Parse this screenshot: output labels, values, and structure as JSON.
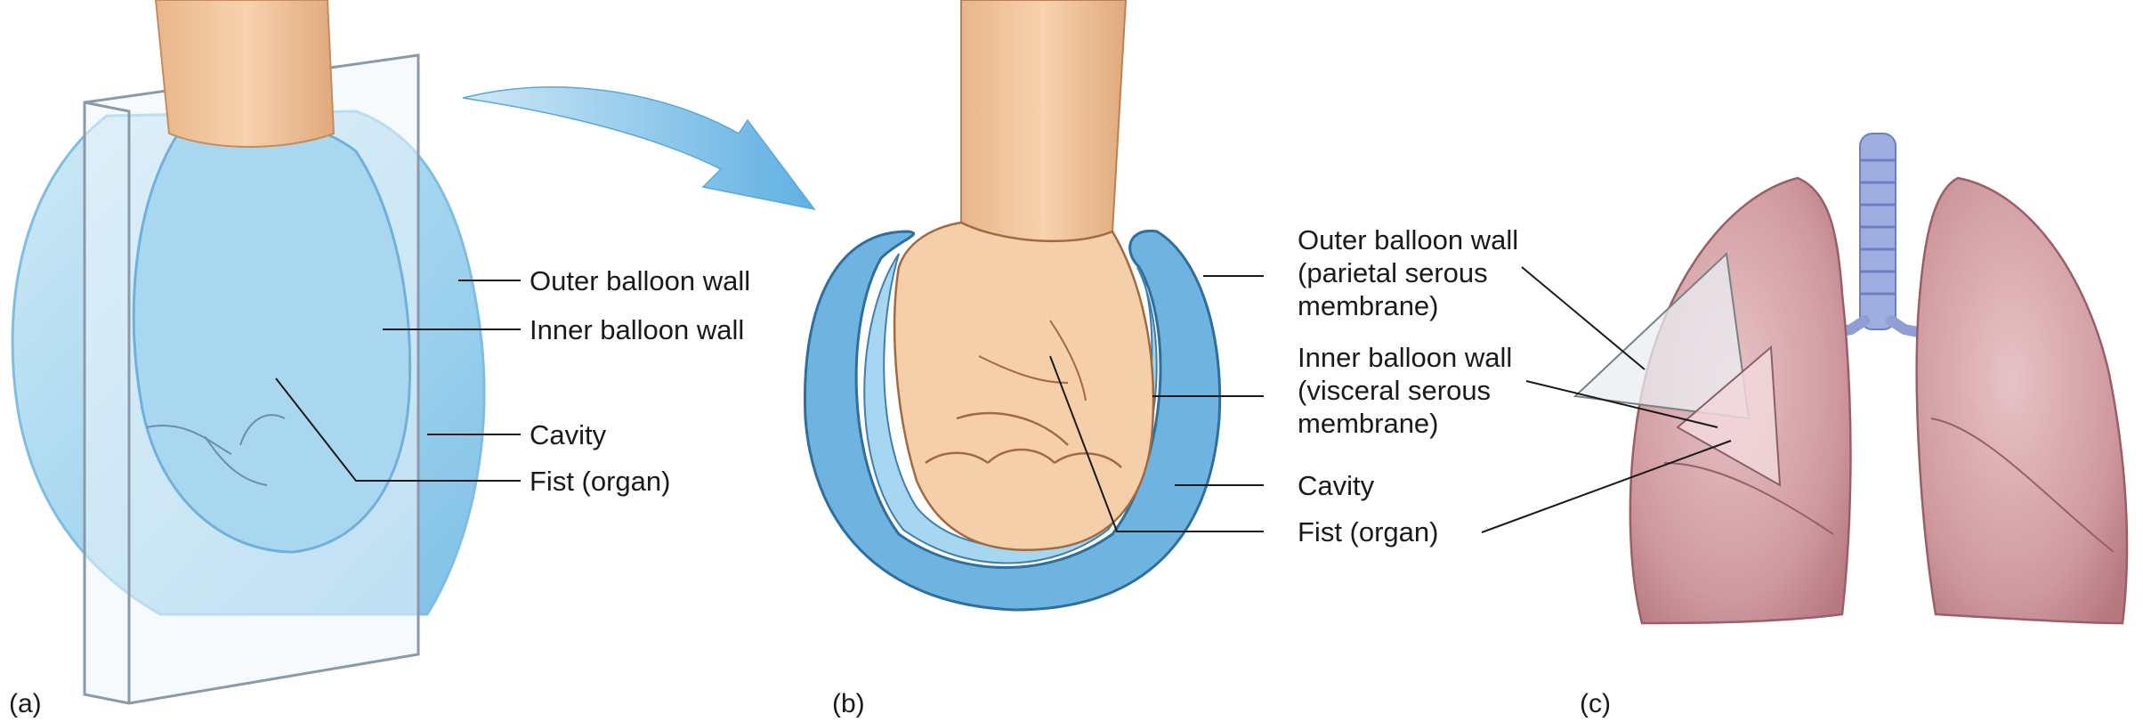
{
  "panel_a": {
    "letter": "(a)",
    "labels": [
      "Outer balloon wall",
      "Inner balloon wall",
      "Cavity",
      "Fist (organ)"
    ]
  },
  "panel_b": {
    "letter": "(b)",
    "labels": [
      [
        "Outer balloon wall",
        "(parietal serous",
        "membrane)"
      ],
      [
        "Inner balloon wall",
        "(visceral serous",
        "membrane)"
      ],
      [
        "Cavity"
      ],
      [
        "Fist (organ)"
      ]
    ]
  },
  "panel_c": {
    "letter": "(c)"
  },
  "colors": {
    "balloon_light": "#bfe3f4",
    "balloon_mid": "#8ecbea",
    "balloon_rim": "#5aa8d6",
    "skin": "#f4c9a0",
    "skin_shadow": "#d9a274",
    "lung": "#c98f96",
    "lung_light": "#e6bfc2",
    "trachea": "#8f9fd6",
    "arrow": "#6fb7e3"
  }
}
